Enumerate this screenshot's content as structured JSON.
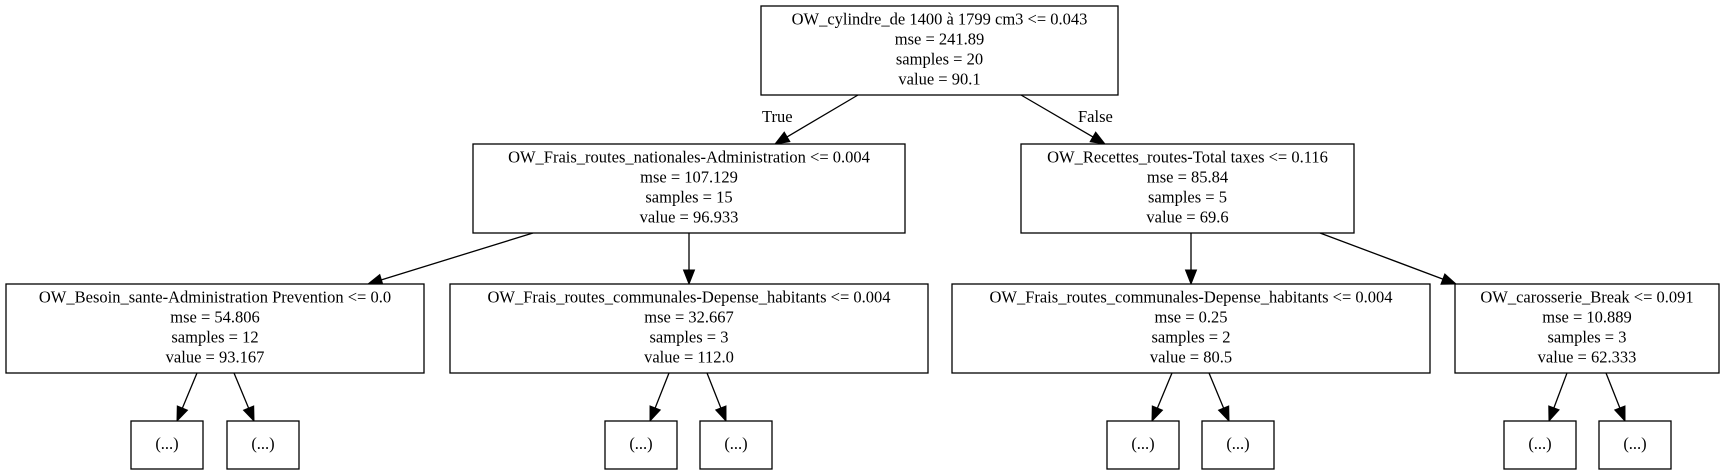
{
  "tree": {
    "nodes": [
      {
        "id": "n0",
        "lines": [
          "OW_cylindre_de 1400 à 1799 cm3 <= 0.043",
          "mse = 241.89",
          "samples = 20",
          "value = 90.1"
        ]
      },
      {
        "id": "n1",
        "lines": [
          "OW_Frais_routes_nationales-Administration <= 0.004",
          "mse = 107.129",
          "samples = 15",
          "value = 96.933"
        ]
      },
      {
        "id": "n2",
        "lines": [
          "OW_Recettes_routes-Total taxes <= 0.116",
          "mse = 85.84",
          "samples = 5",
          "value = 69.6"
        ]
      },
      {
        "id": "n3",
        "lines": [
          "OW_Besoin_sante-Administration Prevention <= 0.0",
          "mse = 54.806",
          "samples = 12",
          "value = 93.167"
        ]
      },
      {
        "id": "n4",
        "lines": [
          "OW_Frais_routes_communales-Depense_habitants <= 0.004",
          "mse = 32.667",
          "samples = 3",
          "value = 112.0"
        ]
      },
      {
        "id": "n5",
        "lines": [
          "OW_Frais_routes_communales-Depense_habitants <= 0.004",
          "mse = 0.25",
          "samples = 2",
          "value = 80.5"
        ]
      },
      {
        "id": "n6",
        "lines": [
          "OW_carosserie_Break <= 0.091",
          "mse = 10.889",
          "samples = 3",
          "value = 62.333"
        ]
      },
      {
        "id": "n7",
        "lines": [
          "(...)"
        ]
      },
      {
        "id": "n8",
        "lines": [
          "(...)"
        ]
      },
      {
        "id": "n9",
        "lines": [
          "(...)"
        ]
      },
      {
        "id": "n10",
        "lines": [
          "(...)"
        ]
      },
      {
        "id": "n11",
        "lines": [
          "(...)"
        ]
      },
      {
        "id": "n12",
        "lines": [
          "(...)"
        ]
      },
      {
        "id": "n13",
        "lines": [
          "(...)"
        ]
      },
      {
        "id": "n14",
        "lines": [
          "(...)"
        ]
      }
    ],
    "edges": [
      {
        "from": "n0",
        "to": "n1",
        "label": "True"
      },
      {
        "from": "n0",
        "to": "n2",
        "label": "False"
      },
      {
        "from": "n1",
        "to": "n3"
      },
      {
        "from": "n1",
        "to": "n4"
      },
      {
        "from": "n2",
        "to": "n5"
      },
      {
        "from": "n2",
        "to": "n6"
      },
      {
        "from": "n3",
        "to": "n7"
      },
      {
        "from": "n3",
        "to": "n8"
      },
      {
        "from": "n4",
        "to": "n9"
      },
      {
        "from": "n4",
        "to": "n10"
      },
      {
        "from": "n5",
        "to": "n11"
      },
      {
        "from": "n5",
        "to": "n12"
      },
      {
        "from": "n6",
        "to": "n13"
      },
      {
        "from": "n6",
        "to": "n14"
      }
    ]
  }
}
